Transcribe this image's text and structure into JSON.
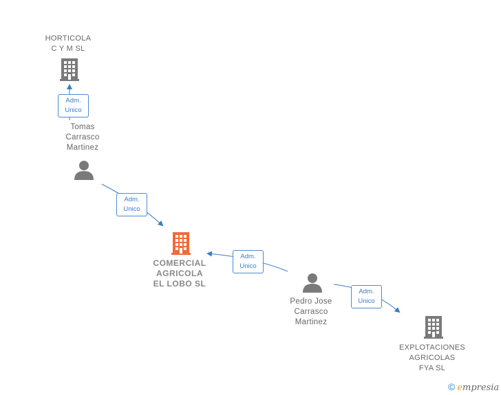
{
  "nodes": {
    "horticola": {
      "label": "HORTICOLA\nC Y M  SL",
      "kind": "company"
    },
    "tomas": {
      "label": "Tomas\nCarrasco\nMartinez",
      "kind": "person"
    },
    "comercial": {
      "label": "COMERCIAL\nAGRICOLA\nEL LOBO  SL",
      "kind": "company-focus"
    },
    "pedro": {
      "label": "Pedro Jose\nCarrasco\nMartinez",
      "kind": "person"
    },
    "explotaciones": {
      "label": "EXPLOTACIONES\nAGRICOLAS\nFYA  SL",
      "kind": "company"
    }
  },
  "edges": {
    "tomas_horticola": {
      "label": "Adm.\nUnico"
    },
    "tomas_comercial": {
      "label": "Adm.\nUnico"
    },
    "pedro_comercial": {
      "label": "Adm.\nUnico"
    },
    "pedro_explotaciones": {
      "label": "Adm.\nUnico"
    }
  },
  "colors": {
    "company": "#7a7a7a",
    "company_focus": "#f26a3a",
    "person": "#7a7a7a",
    "edge": "#3a7cc8"
  },
  "brand": {
    "copyright": "©",
    "initial": "e",
    "rest": "mpresia"
  }
}
